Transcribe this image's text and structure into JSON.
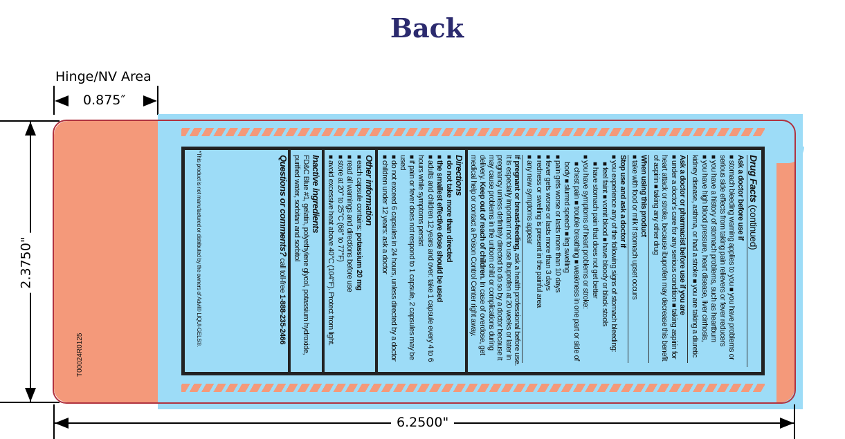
{
  "title": "Back",
  "dimensions": {
    "hinge_label": "Hinge/NV Area",
    "hinge_width": "0.875″",
    "height": "2.3750\"",
    "width": "6.2500\""
  },
  "colors": {
    "label": "#f4997a",
    "panel": "#9ddcf7",
    "outline": "#b0323f",
    "title": "#2b2a6e"
  },
  "code": "T00024R0125",
  "drug_facts": {
    "heading": "Drug Facts",
    "heading_suffix": "(continued)",
    "sections": [
      {
        "title": "Ask a doctor before use if",
        "style": "thin",
        "items": [
          {
            "inline": true,
            "segs": [
              {
                "t": "stomach bleeding warning applies to you"
              }
            ]
          },
          {
            "inline": true,
            "segs": [
              {
                "t": "you have problems or serious side effects from taking pain relievers or fever reducers"
              }
            ]
          },
          {
            "segs": [
              {
                "t": "you have a history of stomach problems, such as heartburn"
              }
            ]
          },
          {
            "inline": true,
            "segs": [
              {
                "t": "you have high blood pressure, heart disease, liver cirrhosis, kidney disease, asthma, or had a stroke"
              }
            ]
          },
          {
            "inline": true,
            "segs": [
              {
                "t": "you are taking a diuretic"
              }
            ]
          }
        ]
      },
      {
        "title": "Ask a doctor or pharmacist before use if you are",
        "style": "thin",
        "items": [
          {
            "inline": true,
            "segs": [
              {
                "t": "under a doctor's care for any serious condition"
              }
            ]
          },
          {
            "inline": true,
            "segs": [
              {
                "t": "taking aspirin for heart attack or stroke, because ibuprofen may decrease this benefit of aspirin"
              }
            ]
          },
          {
            "inline": true,
            "segs": [
              {
                "t": "taking any other drug"
              }
            ]
          }
        ]
      },
      {
        "title": "When using this product",
        "style": "thin",
        "items": [
          {
            "segs": [
              {
                "t": "take with food or milk if stomach upset occurs"
              }
            ]
          }
        ]
      },
      {
        "title": "Stop use and ask a doctor if",
        "style": "thin",
        "items": [
          {
            "segs": [
              {
                "t": "you experience any of the following signs of stomach bleeding:"
              }
            ]
          },
          {
            "sub": true,
            "inline": true,
            "segs": [
              {
                "t": "feel faint"
              }
            ]
          },
          {
            "sub": true,
            "inline": true,
            "segs": [
              {
                "t": "vomit blood"
              }
            ]
          },
          {
            "sub": true,
            "inline": true,
            "segs": [
              {
                "t": "have bloody or black stools"
              }
            ]
          },
          {
            "sub": true,
            "segs": [
              {
                "t": "have stomach pain that does not get better"
              }
            ]
          },
          {
            "segs": [
              {
                "t": "you have symptoms of heart problems or stroke:"
              }
            ]
          },
          {
            "sub": true,
            "inline": true,
            "segs": [
              {
                "t": "chest pain"
              }
            ]
          },
          {
            "sub": true,
            "inline": true,
            "segs": [
              {
                "t": "trouble breathing"
              }
            ]
          },
          {
            "sub": true,
            "inline": true,
            "segs": [
              {
                "t": "weakness in one part or side of body"
              }
            ]
          },
          {
            "sub": true,
            "inline": true,
            "segs": [
              {
                "t": "slurred speech"
              }
            ]
          },
          {
            "sub": true,
            "inline": true,
            "segs": [
              {
                "t": "leg swelling"
              }
            ]
          },
          {
            "segs": [
              {
                "t": "pain gets worse or lasts more than 10 days"
              }
            ]
          },
          {
            "segs": [
              {
                "t": "fever gets worse or lasts more than 3 days"
              }
            ]
          },
          {
            "segs": [
              {
                "t": "redness or swelling is present in the painful area"
              }
            ]
          },
          {
            "segs": [
              {
                "t": "any new symptoms appear"
              }
            ]
          }
        ]
      },
      {
        "title": "",
        "style": "thick",
        "items": [
          {
            "nobullet": true,
            "segs": [
              {
                "t": "If pregnant or breast-feeding,",
                "b": true
              },
              {
                "t": " ask a health professional before use. It is especially important not to use ibuprofen at 20 weeks or later in pregnancy unless definitely directed to do so by a doctor because it may cause problems in the unborn child or complications during delivery. "
              },
              {
                "t": "Keep out of reach of children.",
                "b": true
              },
              {
                "t": " In case of overdose, get medical help or contact a Poison Control Center right away."
              }
            ]
          }
        ]
      },
      {
        "title": "Directions",
        "big": true,
        "style": "thick",
        "items": [
          {
            "segs": [
              {
                "t": "do not take more than directed",
                "b": true
              }
            ]
          },
          {
            "segs": [
              {
                "t": "the smallest effective dose should be used",
                "b": true
              }
            ]
          },
          {
            "segs": [
              {
                "t": "adults and children 12 years and over:  take 1 capsule every 4 to 6 hours while symptoms persist"
              }
            ]
          },
          {
            "segs": [
              {
                "t": "if pain or fever does not respond to 1 capsule, 2 capsules may be used"
              }
            ]
          },
          {
            "segs": [
              {
                "t": "do not exceed 6 capsules in 24 hours, unless directed by a doctor"
              }
            ]
          },
          {
            "segs": [
              {
                "t": "children under 12 years: ask a doctor"
              }
            ]
          }
        ]
      },
      {
        "title": "Other information",
        "big": true,
        "style": "thick",
        "items": [
          {
            "segs": [
              {
                "t": "each capsule contains: "
              },
              {
                "t": "potassium 20 mg",
                "b": true
              }
            ]
          },
          {
            "segs": [
              {
                "t": "read all warnings and directions before use"
              }
            ]
          },
          {
            "segs": [
              {
                "t": "store at 20° to 25°C (68° to 77°F)"
              }
            ]
          },
          {
            "segs": [
              {
                "t": "avoid excessive heat above 40°C (104°F). Protect from light."
              }
            ]
          }
        ]
      },
      {
        "title": "Inactive ingredients",
        "big": true,
        "style": "thick",
        "items": [
          {
            "nobullet": true,
            "segs": [
              {
                "t": "FD&C Blue #1, gelatin, polyethylene glycol, potassium hydroxide, purified water, sorbitan and sorbitol"
              }
            ]
          }
        ]
      },
      {
        "title": "",
        "style": "none",
        "items": [
          {
            "nobullet": true,
            "segs": [
              {
                "t": "Questions or comments?",
                "b": true,
                "big": true
              },
              {
                "t": "  call toll-free "
              },
              {
                "t": "1-888-235-2466",
                "b": true
              }
            ]
          }
        ]
      }
    ]
  },
  "footnote": "*This product is not manufactured or distributed by the owners of Advil® LIQUI-GELS®."
}
